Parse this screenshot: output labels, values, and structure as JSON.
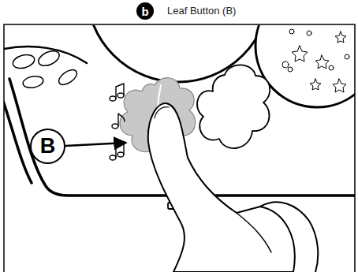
{
  "diagram": {
    "nodes": [
      {
        "text": [
          "b"
        ]
      },
      {
        "text": [
          "B"
        ]
      }
    ],
    "labels": [
      "Leaf Button (B)"
    ]
  }
}
